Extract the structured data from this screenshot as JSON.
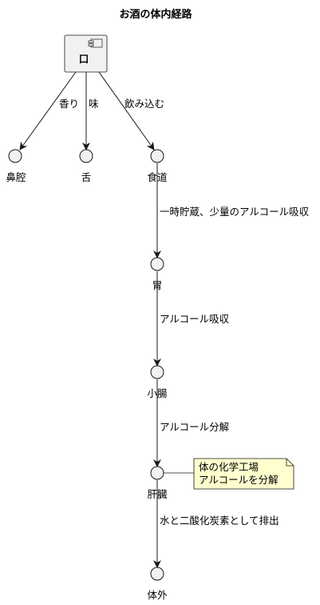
{
  "diagram": {
    "title": "お酒の体内経路",
    "component": {
      "label": "口"
    },
    "interfaces": {
      "nose": "鼻腔",
      "tongue": "舌",
      "esophagus": "食道",
      "stomach": "胃",
      "small_intestine": "小腸",
      "liver": "肝臓",
      "outside": "体外"
    },
    "edges": {
      "mouth_nose": "香り",
      "mouth_tongue": "味",
      "mouth_esophagus": "飲み込む",
      "esophagus_stomach": "一時貯蔵、少量のアルコール吸収",
      "stomach_intestine": "アルコール吸収",
      "intestine_liver": "アルコール分解",
      "liver_outside": "水と二酸化炭素として排出"
    },
    "note": {
      "line1": "体の化学工場",
      "line2": "アルコールを分解"
    },
    "colors": {
      "node_fill": "#f1f1f1",
      "stroke": "#181818",
      "note_fill": "#fefece"
    }
  }
}
